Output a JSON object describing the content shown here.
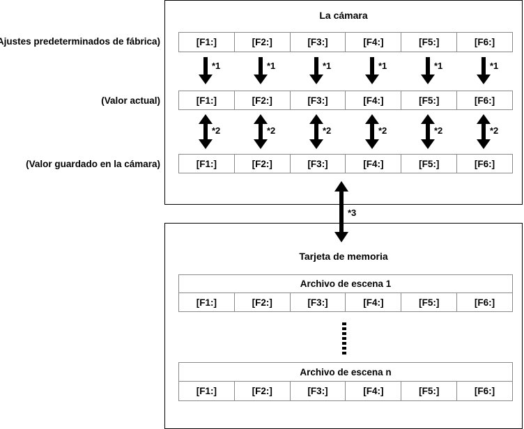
{
  "camera": {
    "title": "La cámara",
    "rows": [
      {
        "label": "(Ajustes predeterminados de fábrica)",
        "cells": [
          "[F1:]",
          "[F2:]",
          "[F3:]",
          "[F4:]",
          "[F5:]",
          "[F6:]"
        ]
      },
      {
        "label": "(Valor actual)",
        "cells": [
          "[F1:]",
          "[F2:]",
          "[F3:]",
          "[F4:]",
          "[F5:]",
          "[F6:]"
        ]
      },
      {
        "label": "(Valor guardado en la cámara)",
        "cells": [
          "[F1:]",
          "[F2:]",
          "[F3:]",
          "[F4:]",
          "[F5:]",
          "[F6:]"
        ]
      }
    ],
    "arrow_note_1": "*1",
    "arrow_note_2": "*2"
  },
  "transfer_note": "*3",
  "card": {
    "title": "Tarjeta de memoria",
    "files": [
      {
        "name": "Archivo de escena 1",
        "cells": [
          "[F1:]",
          "[F2:]",
          "[F3:]",
          "[F4:]",
          "[F5:]",
          "[F6:]"
        ]
      },
      {
        "name": "Archivo de escena n",
        "cells": [
          "[F1:]",
          "[F2:]",
          "[F3:]",
          "[F4:]",
          "[F5:]",
          "[F6:]"
        ]
      }
    ]
  }
}
